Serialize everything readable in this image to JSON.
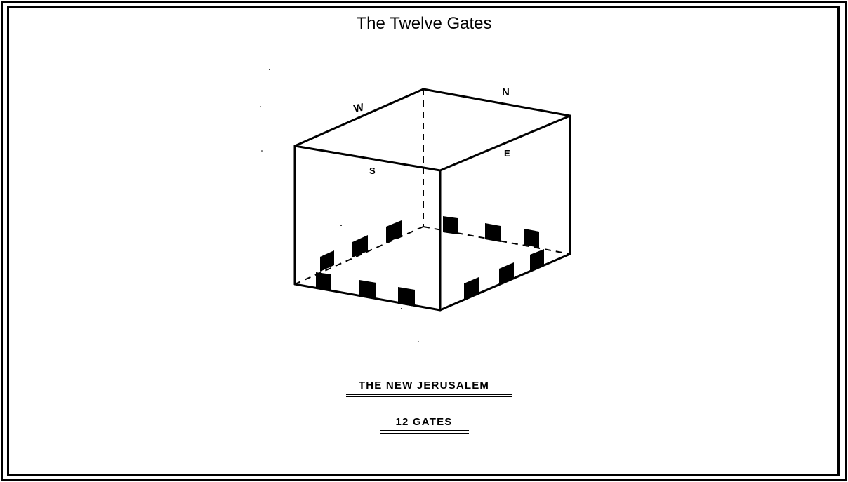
{
  "title": "The Twelve Gates",
  "directions": {
    "west": "W",
    "north": "N",
    "south": "S",
    "east": "E"
  },
  "captions": {
    "line1": "THE NEW JERUSALEM",
    "line2": "12 GATES"
  },
  "colors": {
    "ink": "#000000",
    "background": "#ffffff"
  }
}
